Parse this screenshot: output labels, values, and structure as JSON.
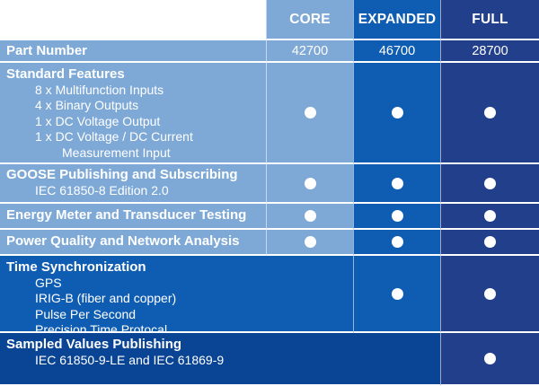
{
  "columns": [
    {
      "label": "CORE",
      "part": "42700"
    },
    {
      "label": "EXPANDED",
      "part": "46700"
    },
    {
      "label": "FULL",
      "part": "28700"
    }
  ],
  "part_number_label": "Part Number",
  "rows": [
    {
      "title": "Standard Features",
      "subitems": [
        "8 x Multifunction Inputs",
        "4 x Binary Outputs",
        "1 x DC Voltage Output",
        "1 x DC Voltage / DC Current",
        "Measurement Input"
      ],
      "core": true,
      "expanded": true,
      "full": true
    },
    {
      "title": "GOOSE Publishing and Subscribing",
      "subitems": [
        "IEC 61850-8 Edition 2.0"
      ],
      "core": true,
      "expanded": true,
      "full": true
    },
    {
      "title": "Energy Meter and Transducer Testing",
      "subitems": [],
      "core": true,
      "expanded": true,
      "full": true
    },
    {
      "title": "Power Quality and Network Analysis",
      "subitems": [],
      "core": true,
      "expanded": true,
      "full": true
    },
    {
      "title": "Time Synchronization",
      "subitems": [
        "GPS",
        "IRIG-B (fiber and copper)",
        "Pulse Per Second",
        "Precision Time Protocal"
      ],
      "core": false,
      "expanded": true,
      "full": true
    },
    {
      "title": "Sampled Values Publishing",
      "subitems": [
        "IEC 61850-9-LE and IEC 61869-9"
      ],
      "core": false,
      "expanded": false,
      "full": true
    }
  ],
  "colors": {
    "light_blue": "#7ea9d6",
    "mid_blue": "#0f5db3",
    "dark_blue": "#0a4494",
    "navy": "#213f8a"
  }
}
